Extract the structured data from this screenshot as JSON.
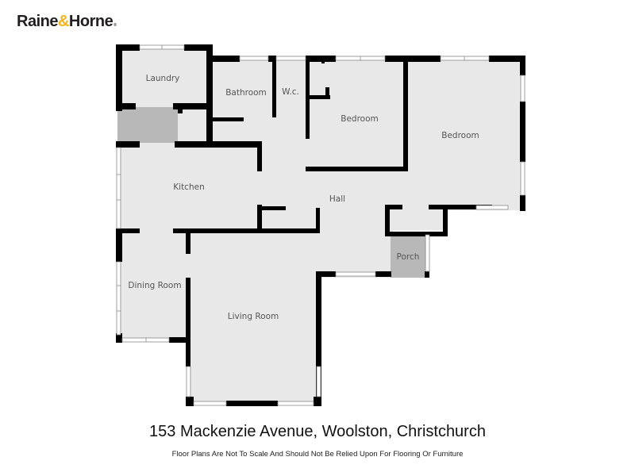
{
  "brand": {
    "name_part1": "Raine",
    "ampersand": "&",
    "name_part2": "Horne",
    "registered": "®",
    "accent_color": "#f6b21b",
    "text_color": "#231f20"
  },
  "floorplan": {
    "floor_color": "#e8e8e8",
    "wall_color": "#000000",
    "exterior_area_color": "#b8b8b8",
    "rooms": [
      {
        "id": "laundry",
        "label": "Laundry"
      },
      {
        "id": "bathroom",
        "label": "Bathroom"
      },
      {
        "id": "wc",
        "label": "W.c."
      },
      {
        "id": "bedroom-1",
        "label": "Bedroom"
      },
      {
        "id": "bedroom-2",
        "label": "Bedroom"
      },
      {
        "id": "kitchen",
        "label": "Kitchen"
      },
      {
        "id": "hall",
        "label": "Hall"
      },
      {
        "id": "porch",
        "label": "Porch"
      },
      {
        "id": "dining-room",
        "label": "Dining Room"
      },
      {
        "id": "living-room",
        "label": "Living Room"
      }
    ]
  },
  "footer": {
    "address": "153 Mackenzie Avenue, Woolston, Christchurch",
    "disclaimer": "Floor Plans Are Not To Scale And Should Not Be Relied Upon For Flooring Or Furniture"
  }
}
